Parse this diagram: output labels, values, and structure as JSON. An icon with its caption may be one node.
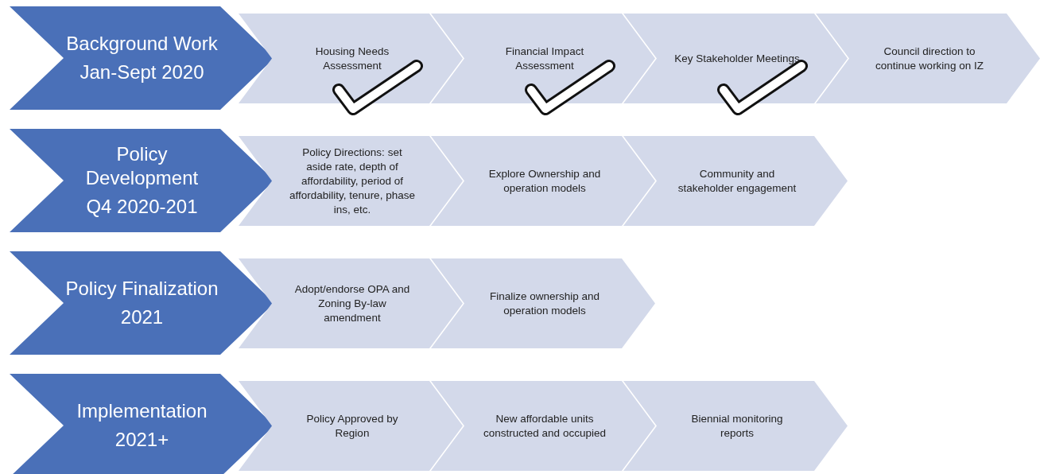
{
  "diagram": {
    "nodes": [
      {
        "text": [
          "Background Work",
          "Jan-Sept 2020"
        ]
      },
      {
        "text": [
          "Housing Needs Assessment"
        ]
      },
      {
        "text": [
          "Financial Impact Assessment"
        ]
      },
      {
        "text": [
          "Key Stakeholder Meetings"
        ]
      },
      {
        "text": [
          "Council direction to continue working on IZ"
        ]
      },
      {
        "text": [
          "Policy Development",
          "Q4 2020-201"
        ]
      },
      {
        "text": [
          "Policy Directions:  set aside rate, depth of affordability, period of affordability, tenure, phase ins, etc."
        ]
      },
      {
        "text": [
          "Explore Ownership and operation models"
        ]
      },
      {
        "text": [
          "Community and stakeholder engagement"
        ]
      },
      {
        "text": [
          "Policy Finalization",
          "2021"
        ]
      },
      {
        "text": [
          "Adopt/endorse OPA and Zoning By-law amendment"
        ]
      },
      {
        "text": [
          "Finalize ownership and operation models"
        ]
      },
      {
        "text": [
          "Implementation",
          "2021+"
        ]
      },
      {
        "text": [
          "Policy Approved by Region"
        ]
      },
      {
        "text": [
          "New affordable units constructed and occupied"
        ]
      },
      {
        "text": [
          "Biennial monitoring reports"
        ]
      }
    ]
  }
}
